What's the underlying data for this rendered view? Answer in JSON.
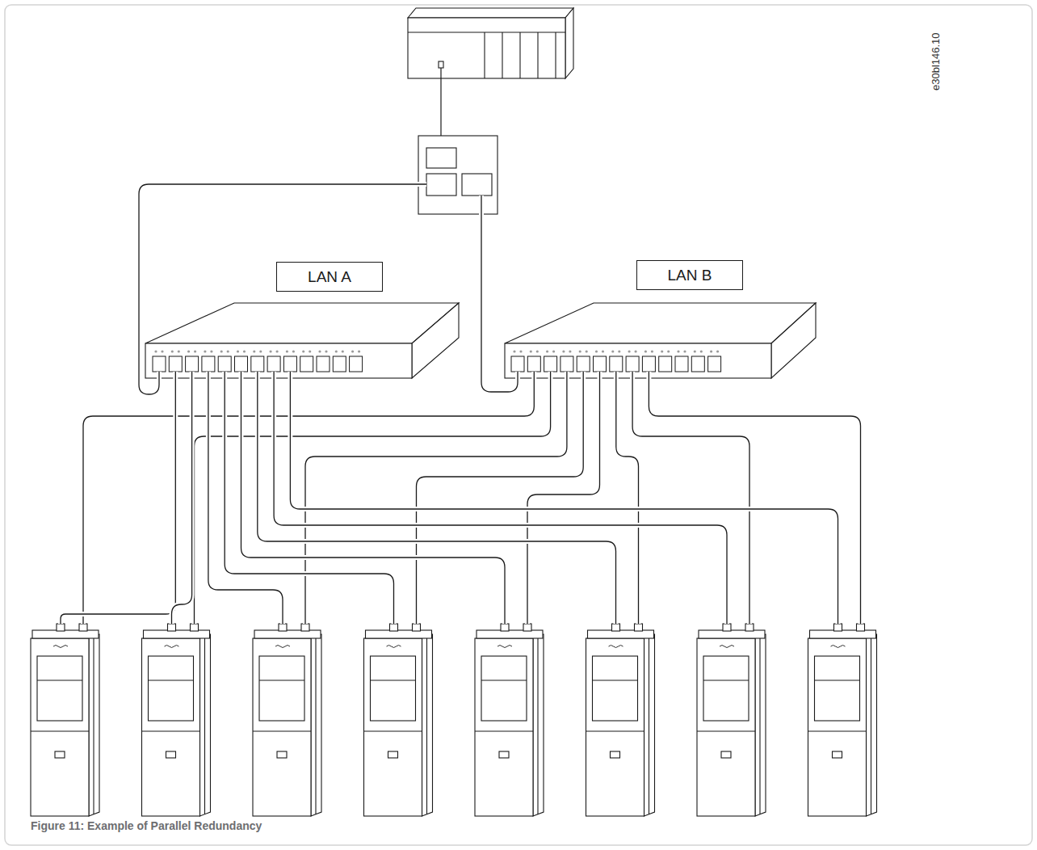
{
  "diagram": {
    "caption": "Figure 11: Example of Parallel Redundancy",
    "nodes": [
      {
        "text": [
          "LAN A"
        ]
      },
      {
        "text": [
          "LAN B"
        ]
      }
    ],
    "labels": [
      "e30bl146.10"
    ]
  }
}
